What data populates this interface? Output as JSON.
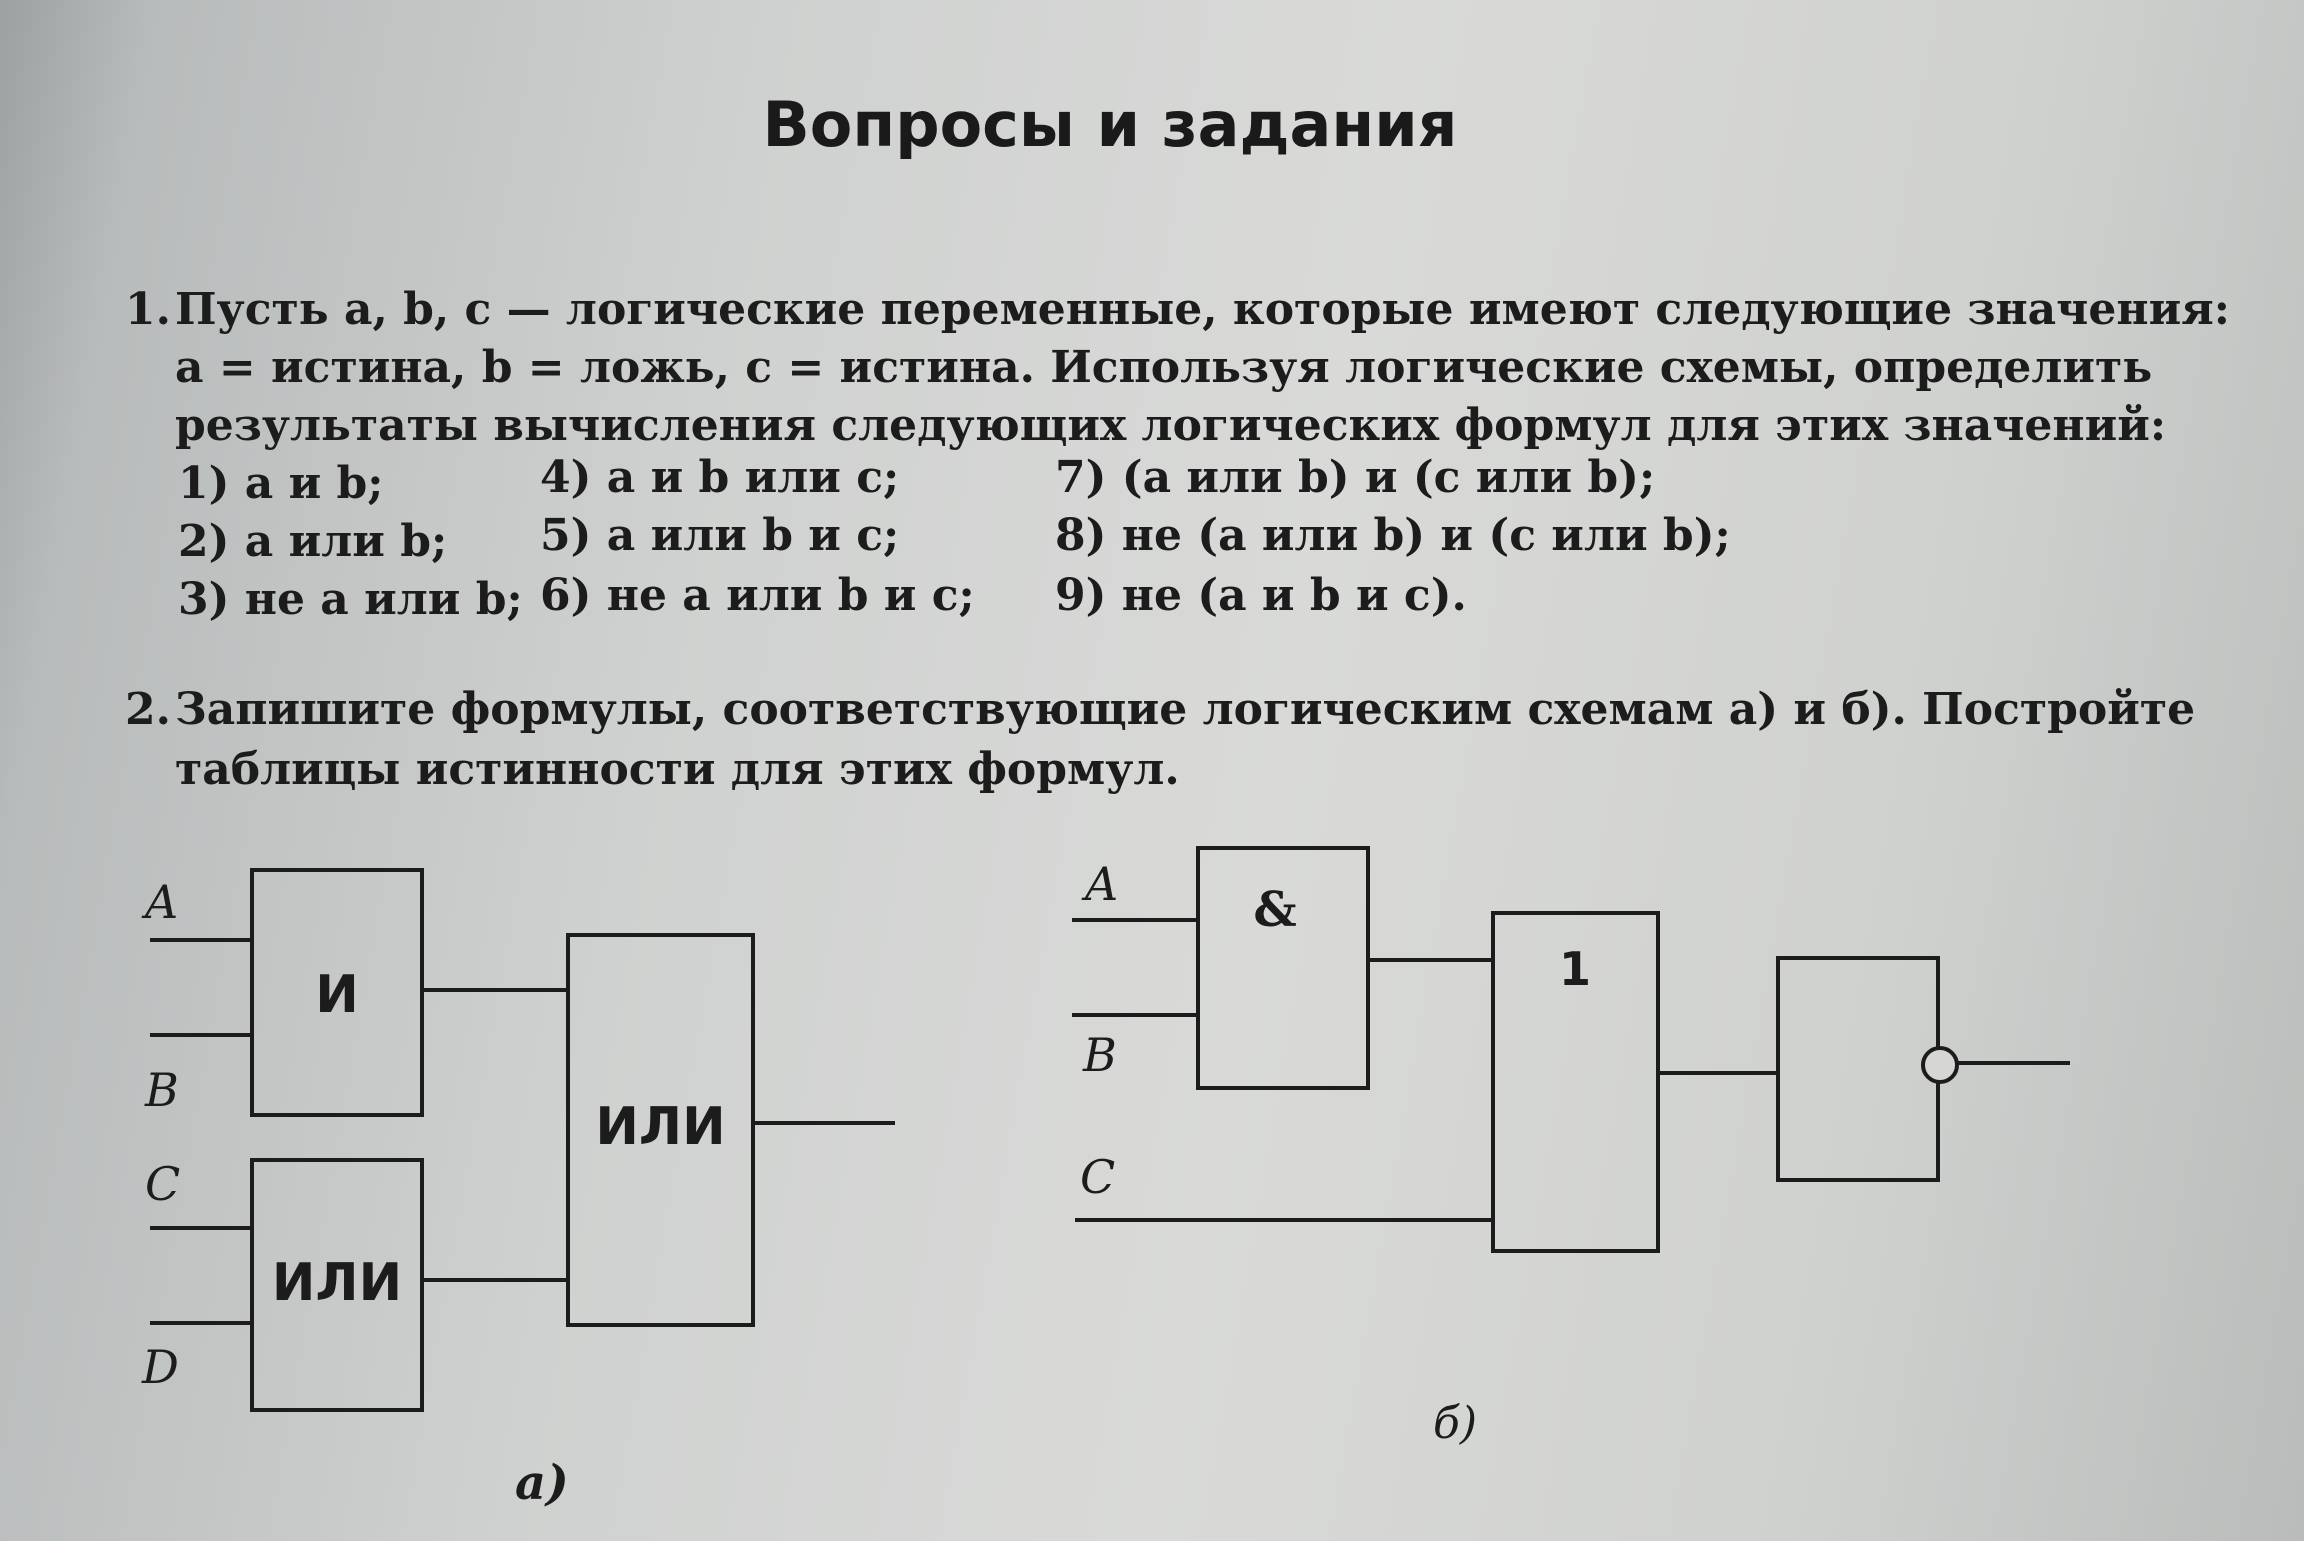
{
  "title": "Вопросы и задания",
  "task1": {
    "number": "1.",
    "lines": [
      "Пусть a, b, c — логические переменные, которые имеют следующие значения:",
      "a = истина, b = ложь,  c = истина. Используя логические схемы, определить",
      "результаты вычисления следующих логических формул для этих значений:"
    ],
    "items": [
      "1) a и b;",
      "2) a или b;",
      "3) не a или b;",
      "4) a и b или c;",
      "5) a  или b и c;",
      "6) не a или b и c;",
      "7) (a или b) и (c или b);",
      "8) не (a или b) и (c или b);",
      "9) не (a и b и c)."
    ]
  },
  "task2": {
    "number": "2.",
    "lines": [
      "Запишите формулы, соответствующие логическим схемам а) и б). Постройте",
      "таблицы истинности для этих формул."
    ]
  },
  "diagram_a": {
    "inputs": [
      "A",
      "B",
      "C",
      "D"
    ],
    "gate_and": "И",
    "gate_or1": "ИЛИ",
    "gate_or2": "ИЛИ",
    "caption": "а)"
  },
  "diagram_b": {
    "inputs": [
      "A",
      "B",
      "C"
    ],
    "gate_and": "&",
    "gate_or": "1",
    "gate_not": "",
    "caption": "б)"
  }
}
